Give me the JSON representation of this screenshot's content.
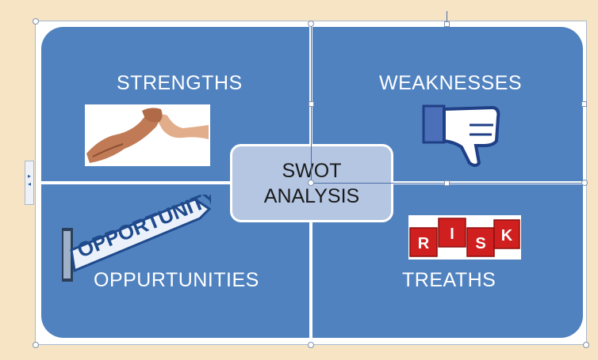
{
  "diagram": {
    "center": {
      "line1": "SWOT",
      "line2": "ANALYSIS"
    },
    "quadrants": {
      "strengths": {
        "label": "STRENGTHS",
        "image": "arm-wrestling-icon"
      },
      "weaknesses": {
        "label": "WEAKNESSES",
        "image": "thumbs-down-icon"
      },
      "opportunities": {
        "label": "OPPURTUNITIES",
        "image": "opportunity-sign-icon",
        "sign_text": "OPPORTUNITY"
      },
      "threats": {
        "label": "TREATHS",
        "image": "risk-blocks-icon",
        "block_letters": [
          "R",
          "I",
          "S",
          "K"
        ]
      }
    }
  },
  "colors": {
    "background": "#f6e4c4",
    "card": "#5082c0",
    "center_fill": "#b4c6e2",
    "divider": "#ffffff",
    "risk_red": "#d01f1f"
  }
}
